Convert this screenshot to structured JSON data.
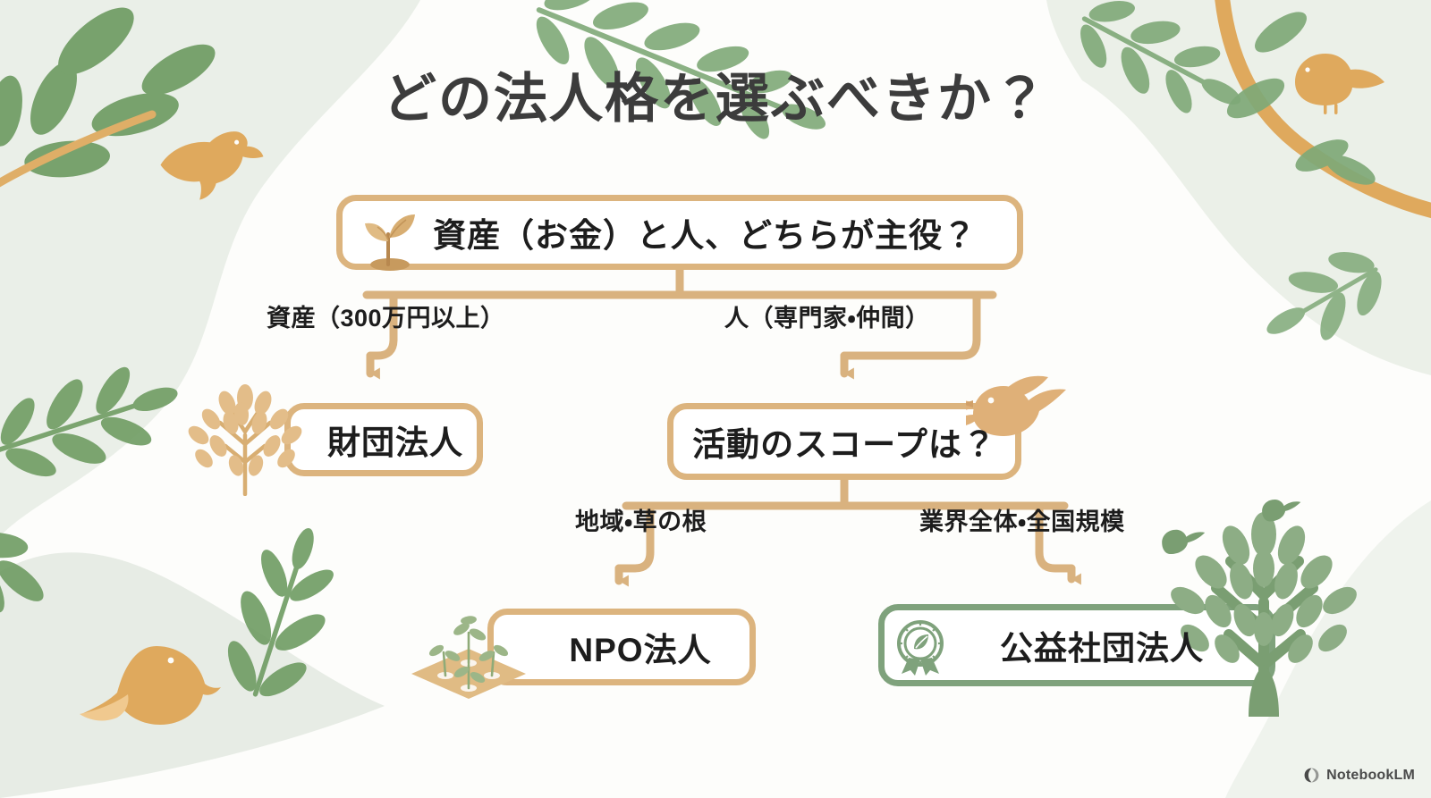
{
  "page": {
    "title": "どの法人格を選ぶべきか？"
  },
  "flowchart": {
    "type": "decision-tree",
    "nodes": [
      {
        "id": "root",
        "label": "資産（お金）と人、どちらが主役？",
        "style": "tan",
        "icon": "sprout-icon"
      },
      {
        "id": "zaidan",
        "label": "財団法人",
        "style": "tan",
        "icon": "tree-icon"
      },
      {
        "id": "scope",
        "label": "活動のスコープは？",
        "style": "tan",
        "icon": "bird-icon"
      },
      {
        "id": "npo",
        "label": "NPO法人",
        "style": "tan",
        "icon": "seedbed-icon"
      },
      {
        "id": "koueki",
        "label": "公益社団法人",
        "style": "green",
        "icon": "medal-icon"
      }
    ],
    "edges": [
      {
        "from": "root",
        "to": "zaidan",
        "label": "資産（300万円以上）"
      },
      {
        "from": "root",
        "to": "scope",
        "label": "人（専門家・仲間）"
      },
      {
        "from": "scope",
        "to": "npo",
        "label": "地域・草の根"
      },
      {
        "from": "scope",
        "to": "koueki",
        "label": "業界全体・全国規模"
      }
    ]
  },
  "colors": {
    "tan_border": "#dcb47e",
    "green_border": "#7fa27c",
    "connector": "#d9b27f",
    "title_text": "#3c3c3c",
    "node_text": "#1d1d1d",
    "background": "#fdfdfb",
    "leaf_green": "#6f9c63",
    "soft_green": "#dfe7de",
    "bird_tan": "#dfa95d"
  },
  "watermark": {
    "label": "NotebookLM",
    "icon": "notebooklm-spark-icon"
  }
}
